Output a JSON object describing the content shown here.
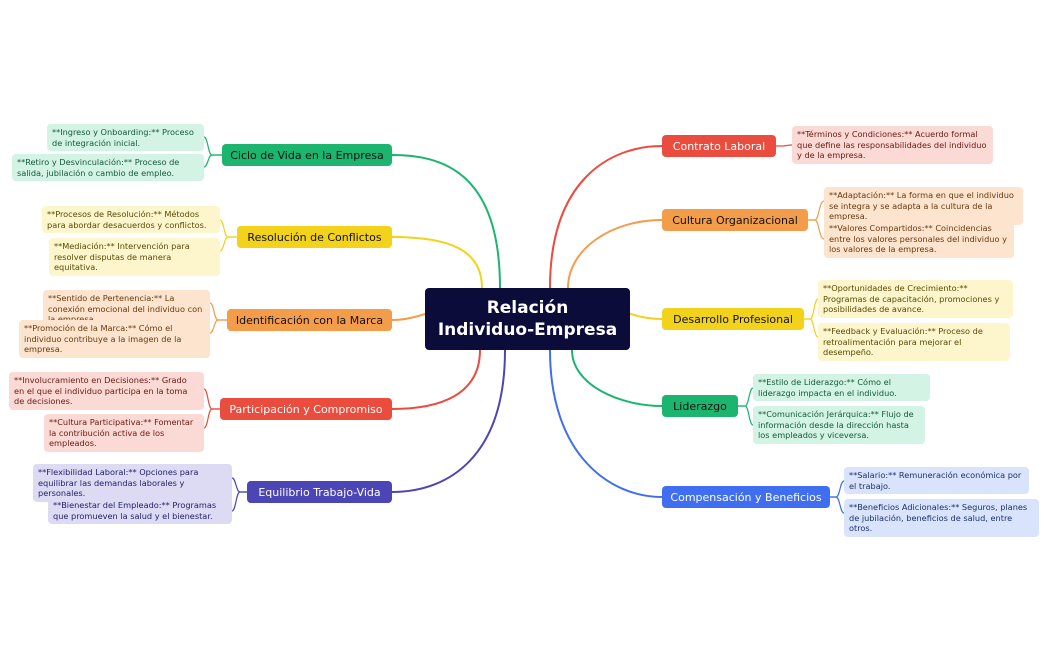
{
  "center_title": "Relación Individuo-Empresa",
  "colors": {
    "green": "#1bb56f",
    "yellow": "#f2d21b",
    "orange": "#f39c4a",
    "red": "#ea4c3e",
    "indigo": "#4b45b5",
    "blue": "#3f6ef0"
  },
  "left": {
    "ciclo": {
      "label": "Ciclo de Vida en la Empresa",
      "leaves": [
        "**Ingreso y Onboarding:** Proceso de integración inicial.",
        "**Retiro y Desvinculación:** Proceso de salida, jubilación o cambio de empleo."
      ]
    },
    "resolucion": {
      "label": "Resolución de Conflictos",
      "leaves": [
        "**Procesos de Resolución:** Métodos para abordar desacuerdos y conflictos.",
        "**Mediación:** Intervención para resolver disputas de manera equitativa."
      ]
    },
    "identificacion": {
      "label": "Identificación con la Marca",
      "leaves": [
        "**Sentido de Pertenencia:** La conexión emocional del individuo con la empresa.",
        "**Promoción de la Marca:** Cómo el individuo contribuye a la imagen de la empresa."
      ]
    },
    "participacion": {
      "label": "Participación y Compromiso",
      "leaves": [
        "**Involucramiento en Decisiones:** Grado en el que el individuo participa en la toma de decisiones.",
        "**Cultura Participativa:** Fomentar la contribución activa de los empleados."
      ]
    },
    "equilibrio": {
      "label": "Equilibrio Trabajo-Vida",
      "leaves": [
        "**Flexibilidad Laboral:** Opciones para equilibrar las demandas laborales y personales.",
        "**Bienestar del Empleado:** Programas que promueven la salud y el bienestar."
      ]
    }
  },
  "right": {
    "contrato": {
      "label": "Contrato Laboral",
      "leaves": [
        "**Términos y Condiciones:** Acuerdo formal que define las responsabilidades del individuo y de la empresa."
      ]
    },
    "cultura": {
      "label": "Cultura Organizacional",
      "leaves": [
        "**Adaptación:** La forma en que el individuo se integra y se adapta a la cultura de la empresa.",
        "**Valores Compartidos:** Coincidencias entre los valores personales del individuo y los valores de la empresa."
      ]
    },
    "desarrollo": {
      "label": "Desarrollo Profesional",
      "leaves": [
        "**Oportunidades de Crecimiento:** Programas de capacitación, promociones y posibilidades de avance.",
        "**Feedback y Evaluación:** Proceso de retroalimentación para mejorar el desempeño."
      ]
    },
    "liderazgo": {
      "label": "Liderazgo",
      "leaves": [
        "**Estilo de Liderazgo:** Cómo el liderazgo impacta en el individuo.",
        "**Comunicación Jerárquica:** Flujo de información desde la dirección hasta los empleados y viceversa."
      ]
    },
    "compensacion": {
      "label": "Compensación y Beneficios",
      "leaves": [
        "**Salario:** Remuneración económica por el trabajo.",
        "**Beneficios Adicionales:** Seguros, planes de jubilación, beneficios de salud, entre otros."
      ]
    }
  }
}
